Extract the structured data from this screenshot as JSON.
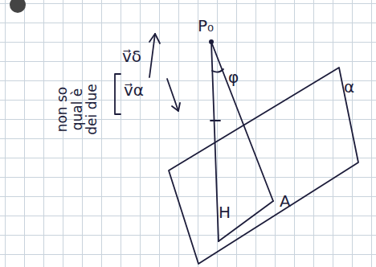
{
  "diagram": {
    "labels": [
      "P₀",
      "φ",
      "α",
      "A",
      "H",
      "v⃗δ",
      "v⃗α",
      "non so qual è dei due"
    ]
  }
}
